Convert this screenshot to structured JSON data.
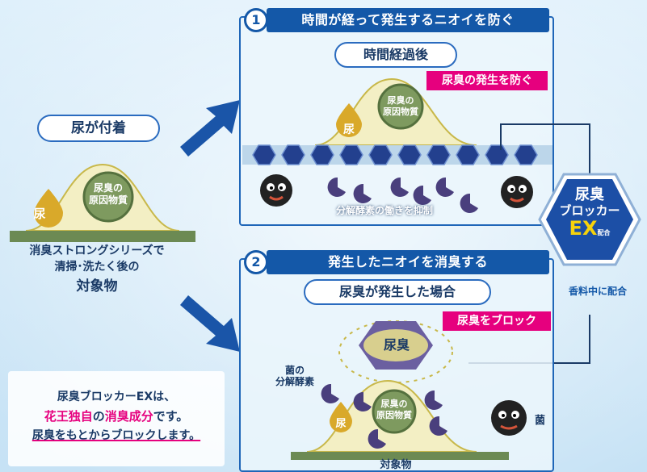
{
  "left": {
    "pill": "尿が付着",
    "droplet": "尿",
    "substance": "尿臭の\n原因物質",
    "caption_line1": "消臭ストロングシリーズで",
    "caption_line2": "清掃･洗たく後の",
    "caption_line3": "対象物"
  },
  "note": {
    "line1": "尿臭ブロッカーEXは、",
    "line2_part1": "花王独自",
    "line2_part2": "の",
    "line2_part3": "消臭成分",
    "line2_part4": "です。",
    "line3": "尿臭をもとからブロックします。"
  },
  "step1": {
    "number": "1",
    "title": "時間が経って発生するニオイを防ぐ",
    "subtitle": "時間経過後",
    "pink_label": "尿臭の発生を防ぐ",
    "droplet": "尿",
    "substance": "尿臭の\n原因物質",
    "enzyme_caption": "分解酵素の働きを抑制"
  },
  "step2": {
    "number": "2",
    "title": "発生したニオイを消臭する",
    "subtitle": "尿臭が発生した場合",
    "pink_label": "尿臭をブロック",
    "odor_label": "尿臭",
    "enzyme_label": "菌の\n分解酵素",
    "droplet": "尿",
    "substance": "尿臭の\n原因物質",
    "bacteria_label": "菌",
    "object_label": "対象物"
  },
  "badge": {
    "line1": "尿臭",
    "line2": "ブロッカー",
    "line3": "EX",
    "small": "配合",
    "caption": "香料中に配合"
  },
  "colors": {
    "accent_blue": "#1458a8",
    "pink": "#e6007e",
    "green": "#6c8a53",
    "hexagon": "#23408e"
  }
}
